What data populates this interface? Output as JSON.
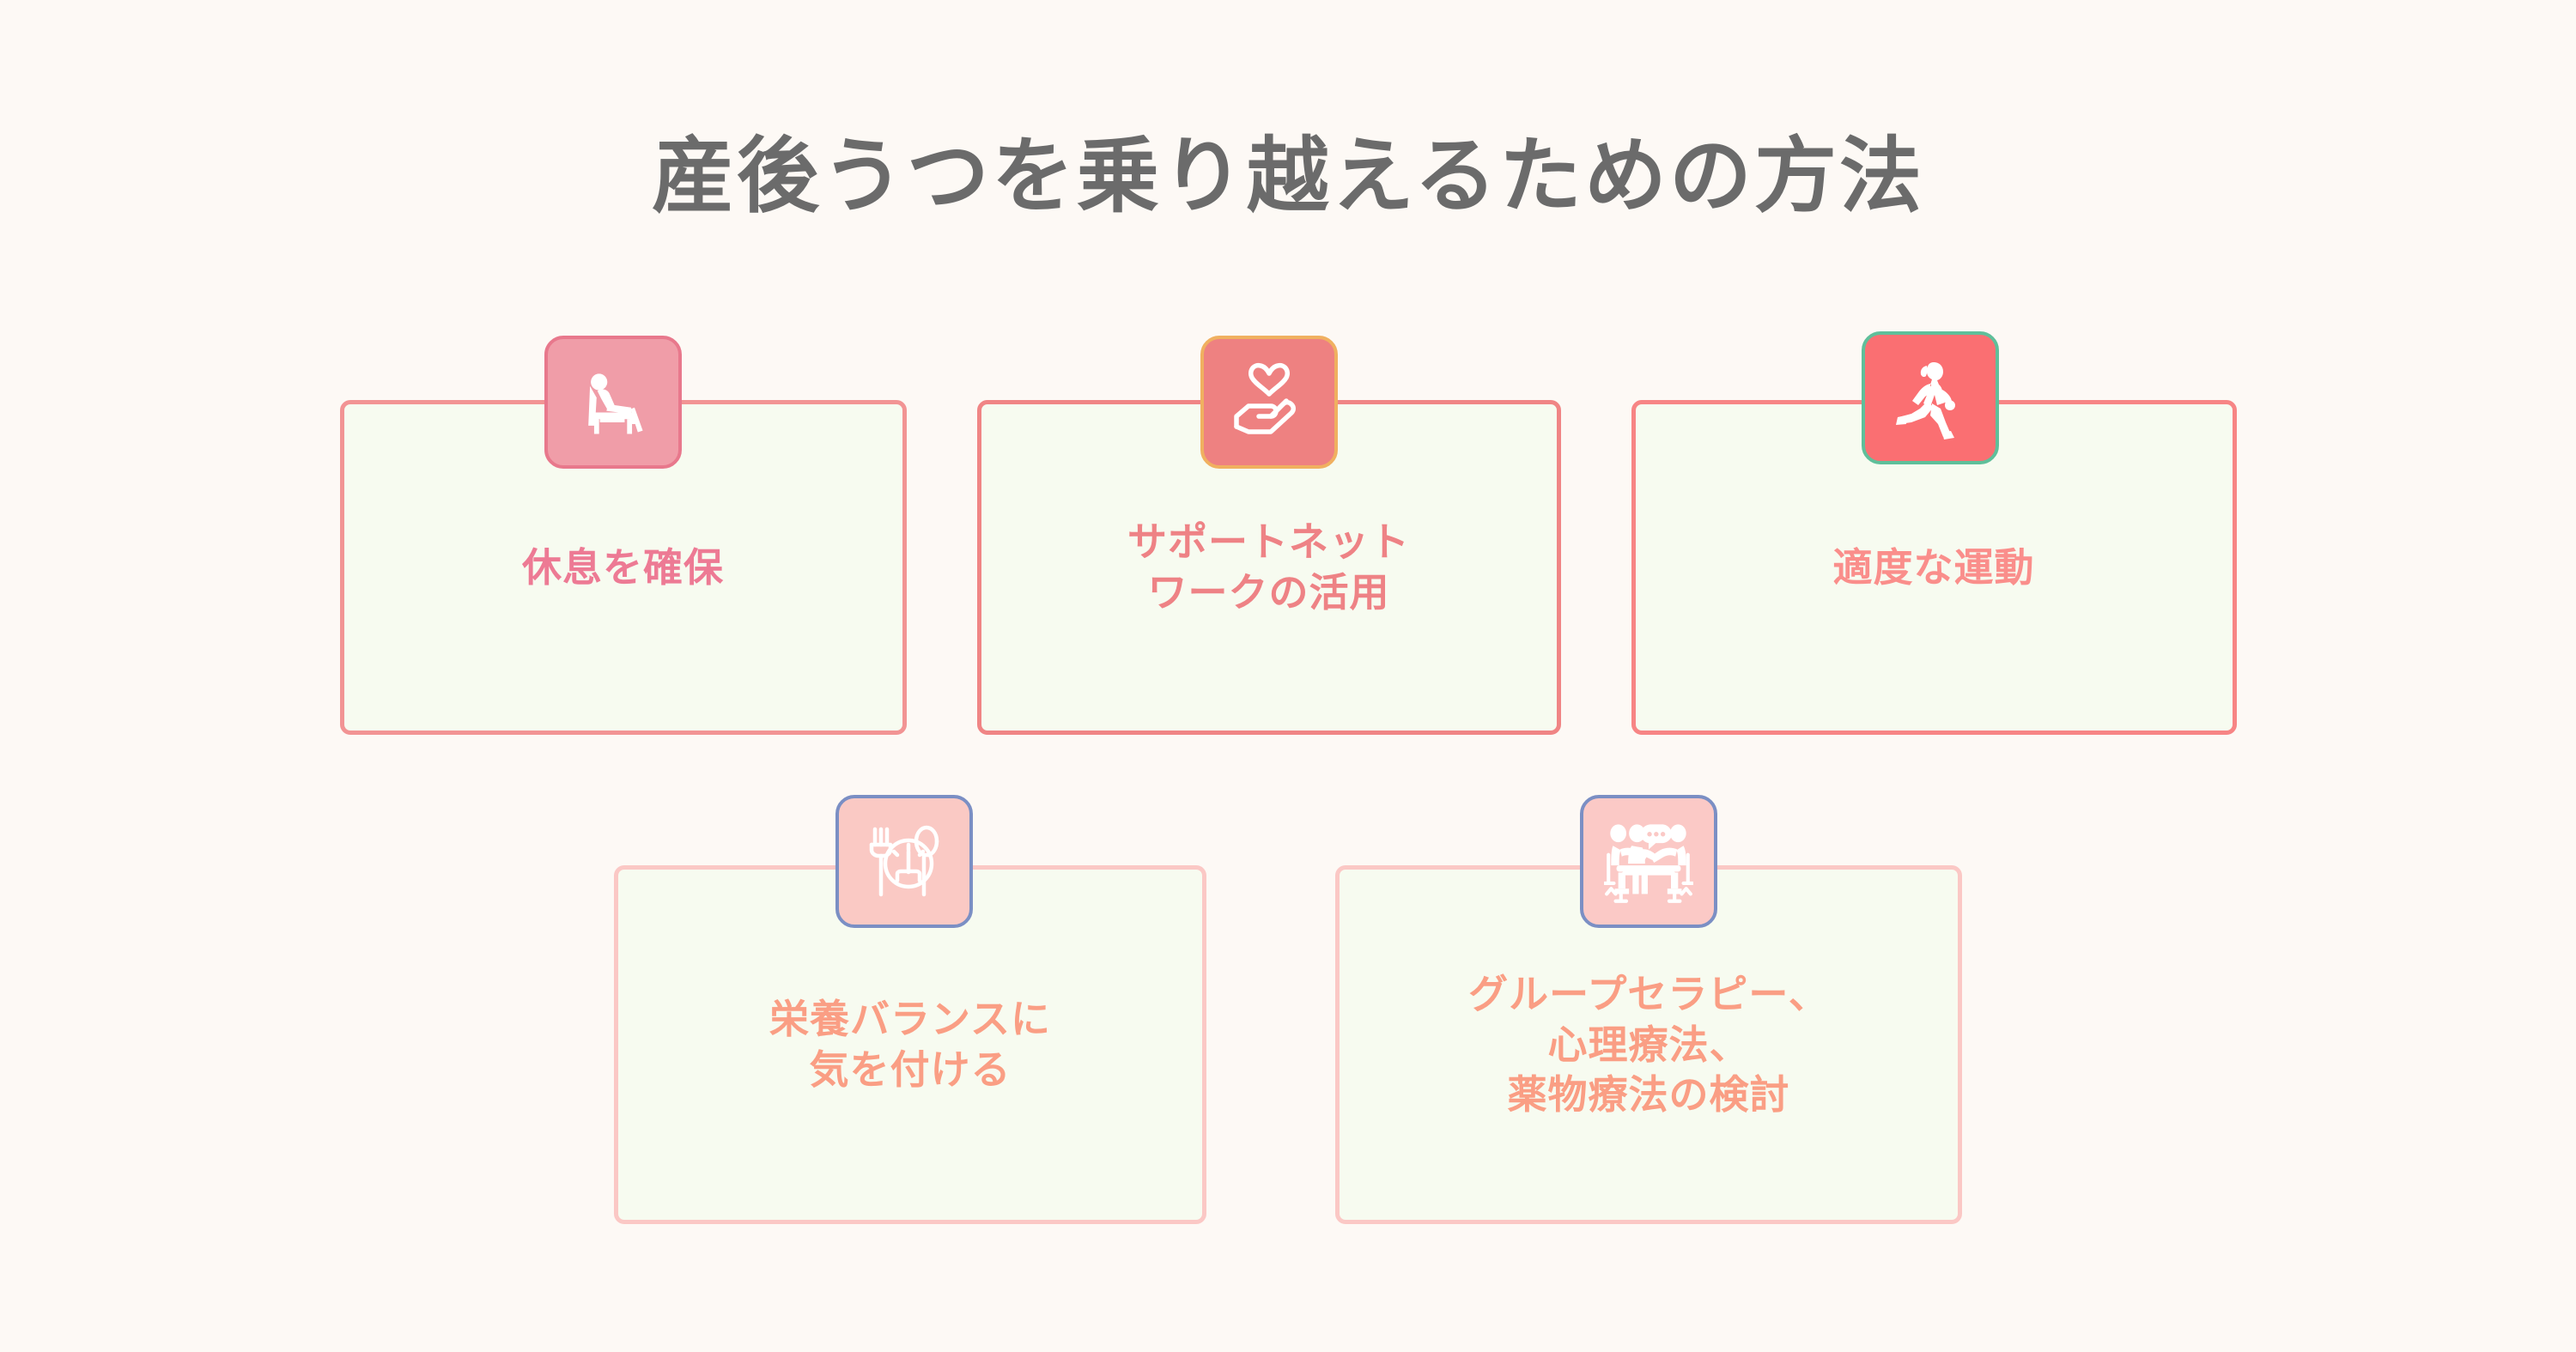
{
  "page": {
    "background_color": "#FDF9F5",
    "title": "産後うつを乗り越えるための方法",
    "title_color": "#6B6B6B"
  },
  "cards": [
    {
      "id": "rest",
      "label": "休息を確保",
      "icon": "reclining-chair-icon",
      "label_color": "#ED7A94",
      "card_border_color": "#F29494",
      "card_background_color": "#F7FBF0",
      "badge_fill_color": "#F09DA8",
      "badge_border_color": "#E8788C"
    },
    {
      "id": "support-network",
      "label": "サポートネット\nワークの活用",
      "icon": "hand-holding-heart-icon",
      "label_color": "#EE8285",
      "card_border_color": "#F08585",
      "card_background_color": "#F7FBF0",
      "badge_fill_color": "#EE8181",
      "badge_border_color": "#F0B060"
    },
    {
      "id": "exercise",
      "label": "適度な運動",
      "icon": "running-woman-icon",
      "label_color": "#FA8E8B",
      "card_border_color": "#F78585",
      "card_background_color": "#F7FBF0",
      "badge_fill_color": "#FA6F72",
      "badge_border_color": "#5FBF9A"
    },
    {
      "id": "nutrition",
      "label": "栄養バランスに\n気を付ける",
      "icon": "plate-fork-spoon-icon",
      "label_color": "#FA9E84",
      "card_border_color": "#FBC8C5",
      "card_background_color": "#F7FBF0",
      "badge_fill_color": "#FAC9C4",
      "badge_border_color": "#7B8FC4"
    },
    {
      "id": "therapy",
      "label": "グループセラピー、\n心理療法、\n薬物療法の検討",
      "icon": "group-therapy-icon",
      "label_color": "#FA9E84",
      "card_border_color": "#FBC8C5",
      "card_background_color": "#F7FBF0",
      "badge_fill_color": "#FBC9C6",
      "badge_border_color": "#7B8FC4"
    }
  ]
}
